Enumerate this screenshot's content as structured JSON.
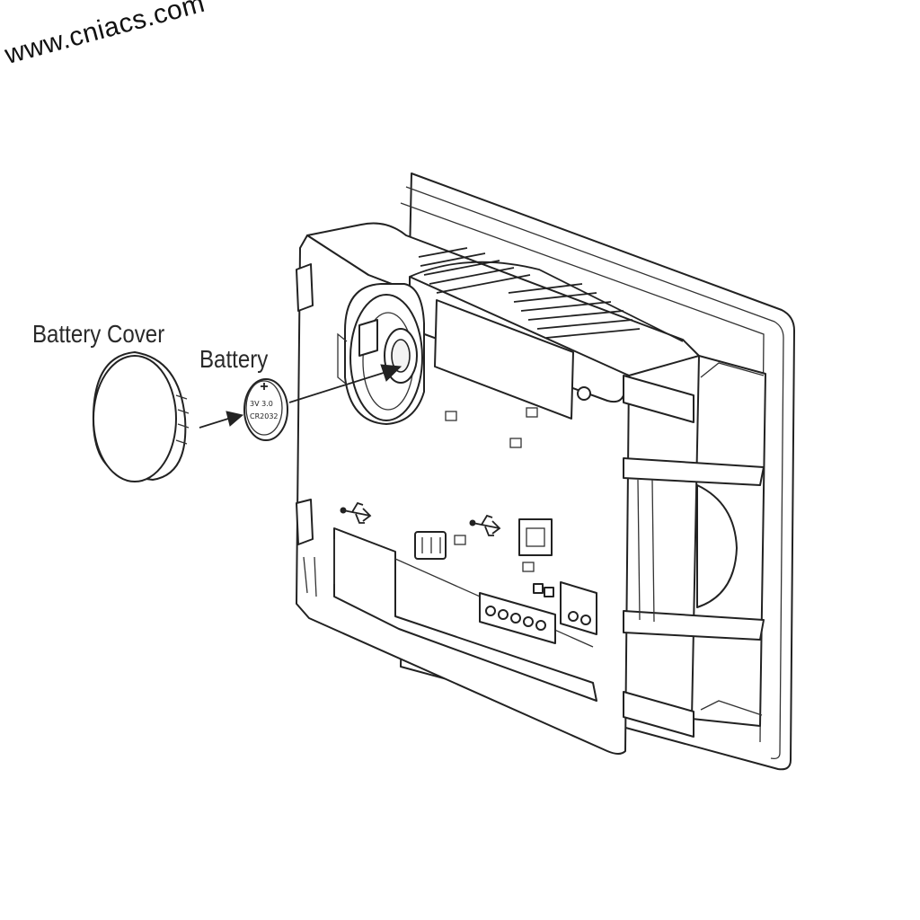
{
  "watermark": {
    "text": "www.cniacs.com"
  },
  "labels": {
    "battery_cover": "Battery Cover",
    "battery": "Battery"
  },
  "colors": {
    "ink": "#222222",
    "background": "#ffffff"
  },
  "icons": [
    "arrow-right-icon",
    "usb-icon"
  ]
}
